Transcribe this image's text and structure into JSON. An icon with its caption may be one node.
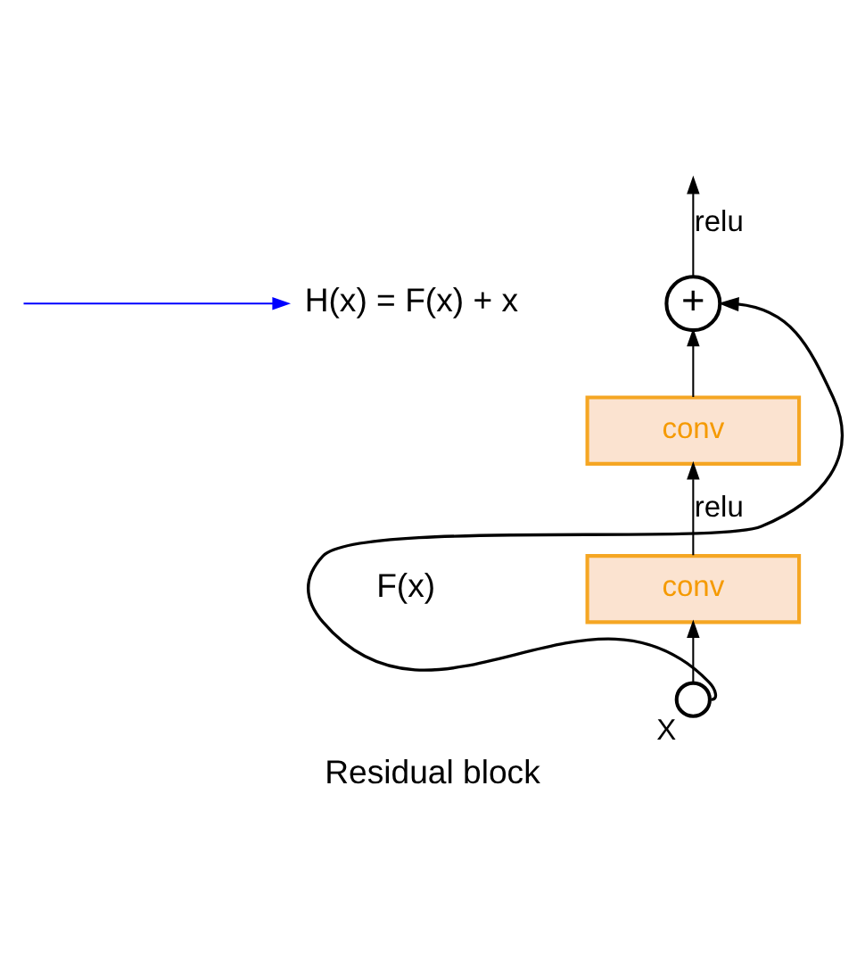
{
  "diagram": {
    "caption": "Residual block",
    "nodes": [
      {
        "text": [],
        "shape": "circle",
        "beside": [
          "X"
        ]
      },
      {
        "text": [
          "conv"
        ]
      },
      {
        "text": [
          "conv"
        ]
      },
      {
        "text": [
          "+"
        ]
      },
      {
        "text": [
          "H(x) = F(x) + x"
        ]
      }
    ],
    "edges": [
      {
        "from": 0,
        "to": 1,
        "arrow": "to"
      },
      {
        "from": 1,
        "to": 2,
        "arrow": "to",
        "label": "relu"
      },
      {
        "from": 2,
        "to": 3,
        "arrow": "to"
      },
      {
        "from": 0,
        "to": 3,
        "arrow": "to"
      },
      {
        "from": 3,
        "to": null,
        "arrow": "to",
        "label": "relu"
      },
      {
        "from": null,
        "to": 4,
        "arrow": "to",
        "color": "#0000ff"
      }
    ],
    "labels": [
      "F(x)"
    ]
  }
}
